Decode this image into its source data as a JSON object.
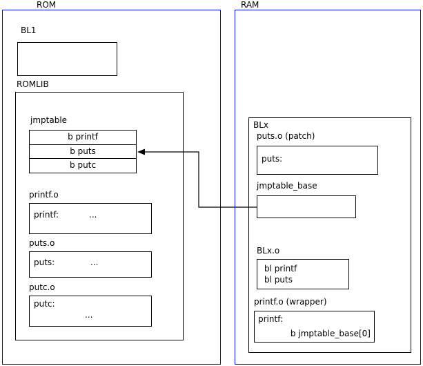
{
  "colors": {
    "cluster_border": "#0000ff",
    "box_border": "#000000",
    "background": "#ffffff",
    "arrow": "#000000"
  },
  "rom": {
    "label": "ROM",
    "bl1": {
      "label": "BL1"
    },
    "romlib": {
      "label": "ROMLIB",
      "jmptable": {
        "label": "jmptable",
        "entries": [
          "b printf",
          "b puts",
          "b putc"
        ]
      },
      "printf_o": {
        "label": "printf.o",
        "symbol": "printf:",
        "body": "..."
      },
      "puts_o": {
        "label": "puts.o",
        "symbol": "puts:",
        "body": "..."
      },
      "putc_o": {
        "label": "putc.o",
        "symbol": "putc:",
        "body": "..."
      }
    }
  },
  "ram": {
    "label": "RAM",
    "blx": {
      "label": "BLx",
      "puts_patch": {
        "label": "puts.o (patch)",
        "symbol": "puts:"
      },
      "jmptable_base": {
        "label": "jmptable_base"
      },
      "blx_o": {
        "label": "BLx.o",
        "lines": [
          "bl printf",
          "bl puts"
        ]
      },
      "printf_wrapper": {
        "label": "printf.o (wrapper)",
        "symbol": "printf:",
        "body": "b jmptable_base[0]"
      }
    }
  }
}
